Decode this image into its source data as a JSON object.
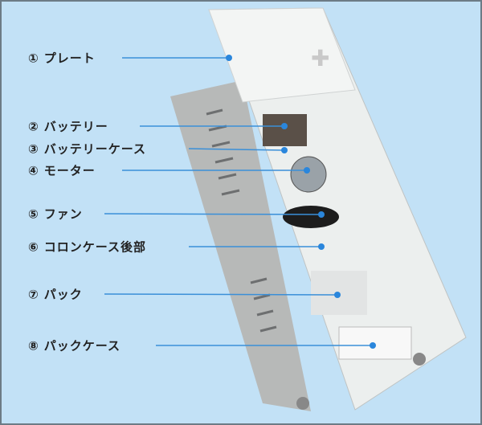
{
  "parts": [
    {
      "num": "①",
      "name": "プレート"
    },
    {
      "num": "②",
      "name": "バッテリー"
    },
    {
      "num": "③",
      "name": "バッテリーケース"
    },
    {
      "num": "④",
      "name": "モーター"
    },
    {
      "num": "⑤",
      "name": "ファン"
    },
    {
      "num": "⑥",
      "name": "コロンケース後部"
    },
    {
      "num": "⑦",
      "name": "パック"
    },
    {
      "num": "⑧",
      "name": "パックケース"
    }
  ],
  "colors": {
    "background": "#c2e1f6",
    "leader": "#3a8fd8"
  }
}
